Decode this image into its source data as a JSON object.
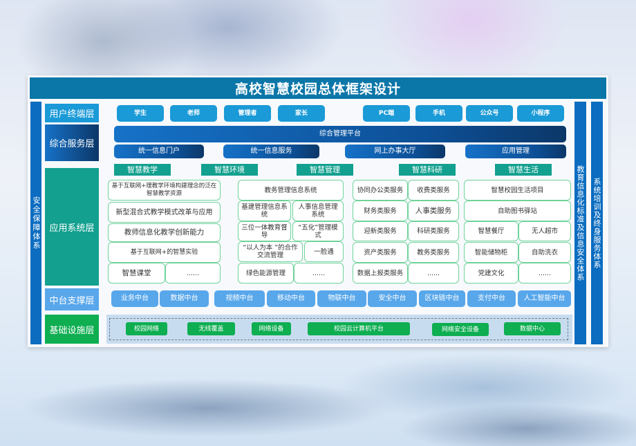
{
  "title": "高校智慧校园总体框架设计",
  "side_left": "安全保障体系",
  "side_right": [
    "教育信息化标准及信息安全体系",
    "系统培训及终身服务体系"
  ],
  "layers": {
    "user_terminal": "用户终端层",
    "integrated_service": "综合服务层",
    "application": "应用系统层",
    "middle_platform": "中台支撑层",
    "infrastructure": "基础设施层"
  },
  "terminals": [
    "学生",
    "老师",
    "管理者",
    "家长",
    "PC端",
    "手机",
    "公众号",
    "小程序"
  ],
  "integrated_service": {
    "platform": "综合管理平台",
    "items": [
      "统一信息门户",
      "统一信息服务",
      "网上办事大厅",
      "应用管理"
    ]
  },
  "application": {
    "categories": [
      "智慧教学",
      "智慧环境",
      "智慧管理",
      "智慧科研",
      "智慧生活"
    ],
    "teaching": [
      "基于互联网+理教学环境构建理念的泛在 智慧教学资源",
      "新型混合式教学模式改革与应用",
      "教师信息化教学创新能力",
      "基于互联网+的智慧实验",
      "智慧课堂",
      "......"
    ],
    "environment": [
      "教务管理信息系统",
      "基建管理信息系统",
      "人事信息管理系统",
      "三位一体教育督导",
      "“五化”管理模式",
      "“以人为本 ”的合作交流管理",
      "一脸通",
      "绿色能源管理",
      "......"
    ],
    "management": [
      "协同办公类服务",
      "收费类服务",
      "财务类服务",
      "人事类服务",
      "迎新类服务",
      "科研类服务",
      "资产类服务",
      "教务类服务",
      "数据上报类服务",
      "......"
    ],
    "life": [
      "智慧校园生活项目",
      "自助图书驿站",
      "智慧餐厅",
      "无人超市",
      "智能储物柜",
      "自助洗衣",
      "党建文化",
      "......"
    ]
  },
  "middle_platforms": [
    "业务中台",
    "数据中台",
    "视频中台",
    "移动中台",
    "物联中台",
    "安全中台",
    "区块链中台",
    "支付中台",
    "人工智能中台"
  ],
  "infrastructure": [
    "校园网络",
    "无线覆盖",
    "网络设备",
    "校园云计算机平台",
    "网络安全设备",
    "数据中心"
  ],
  "colors": {
    "title_bar": "#0b76a8",
    "side_bar": "#0b6cc0",
    "terminal": "#1a9ad7",
    "service_navy": "#0d4f96",
    "app_teal": "#13a08f",
    "cell_border": "#6fd39a",
    "middle_blue": "#58a7eb",
    "base_green": "#0eae51"
  }
}
